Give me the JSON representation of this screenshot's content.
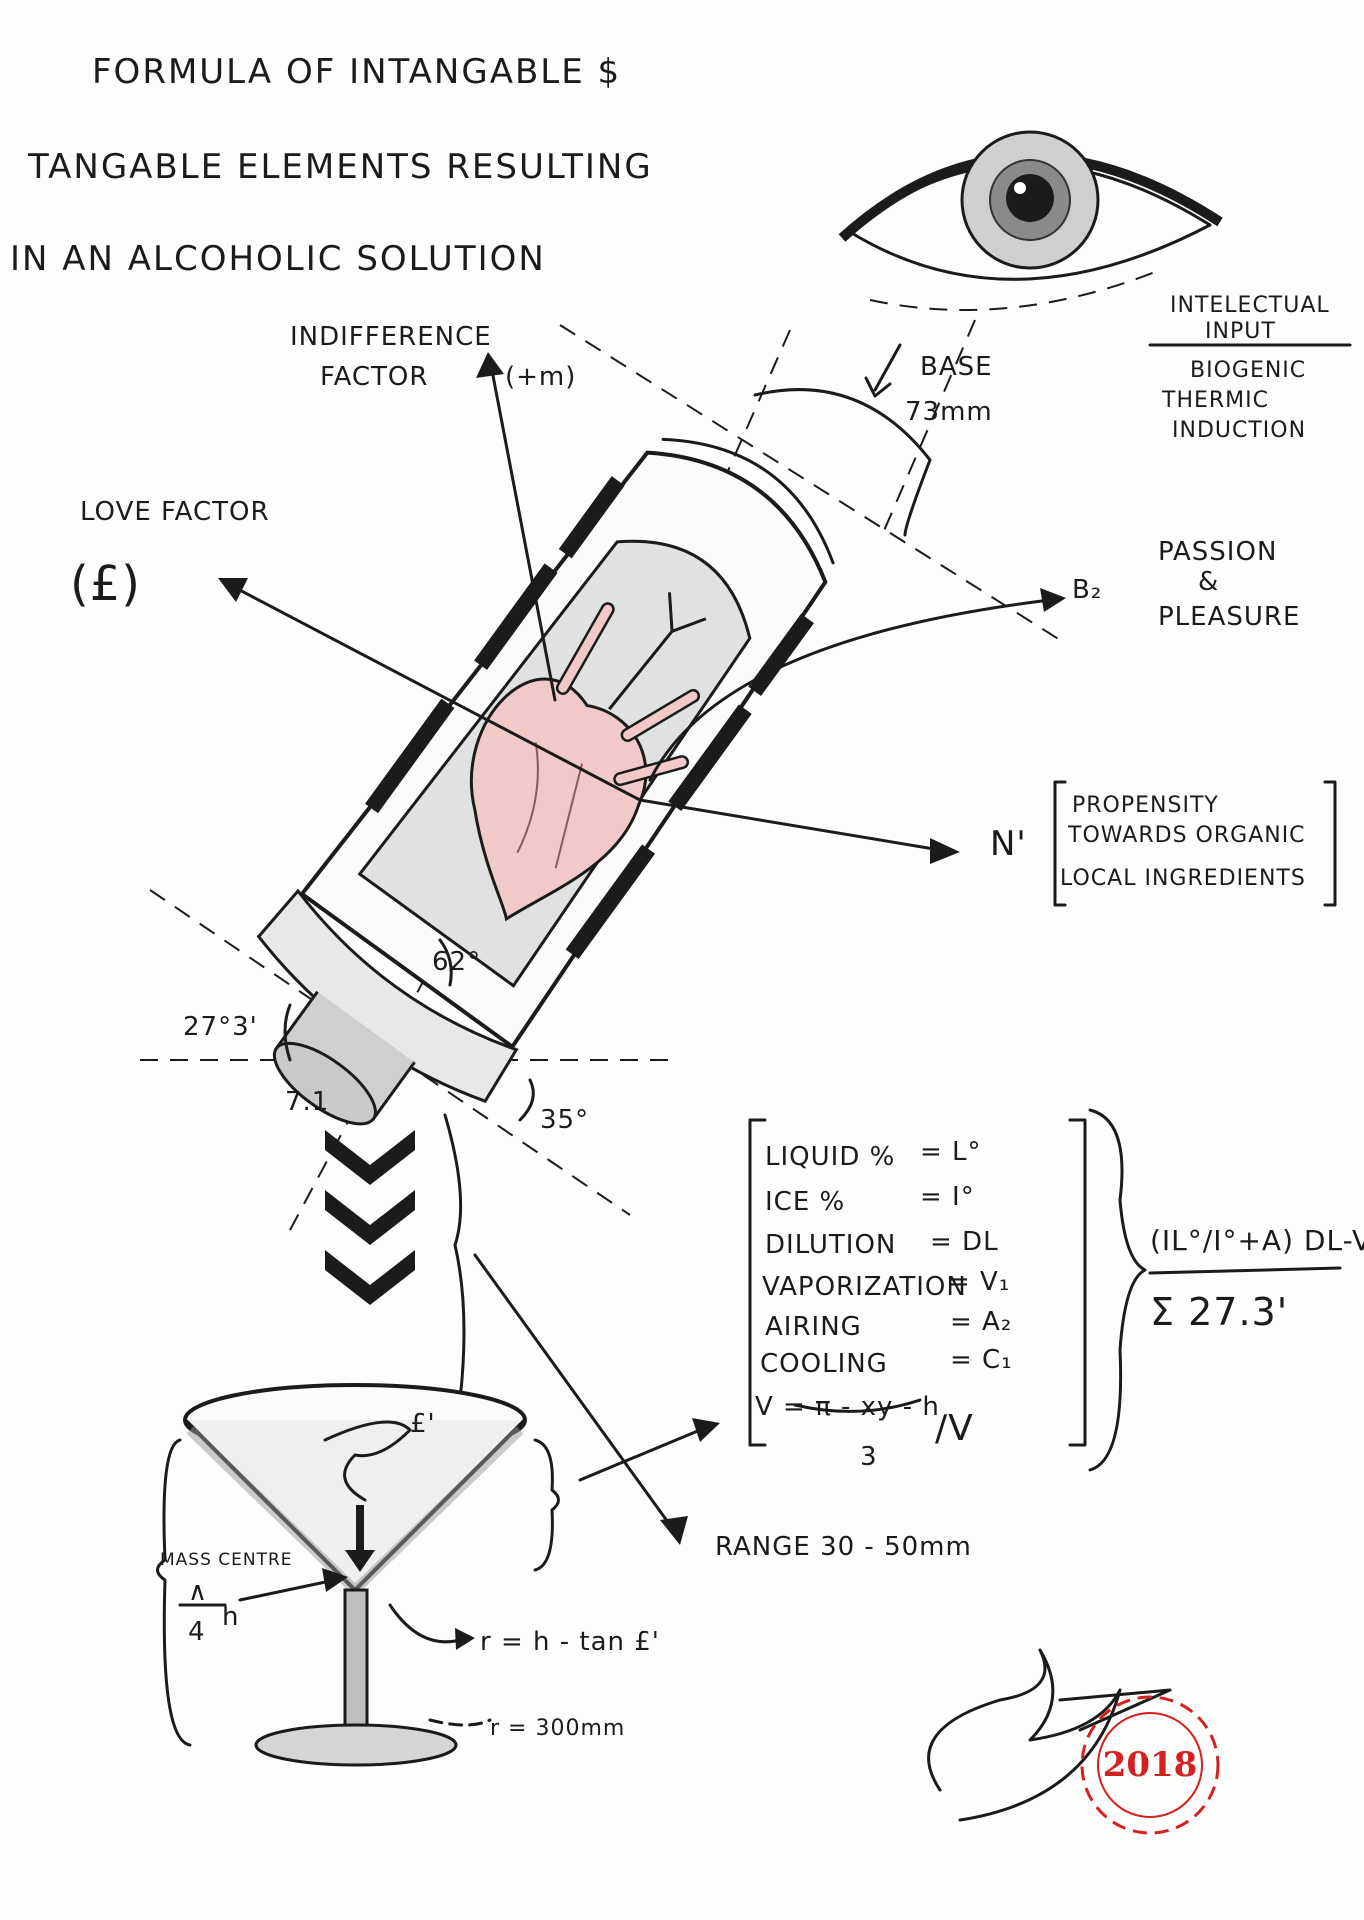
{
  "title": {
    "line1": "FORMULA OF INTANGABLE $",
    "line2": "TANGABLE ELEMENTS RESULTING",
    "line3": "IN AN ALCOHOLIC SOLUTION"
  },
  "labels": {
    "indifference_1": "INDIFFERENCE",
    "indifference_2": "FACTOR",
    "tm": "(+m)",
    "base_1": "BASE",
    "base_2": "73mm",
    "intelectual_1": "INTELECTUAL",
    "intelectual_2": "INPUT",
    "biogenic_1": "BIOGENIC",
    "biogenic_2": "THERMIC",
    "biogenic_3": "INDUCTION",
    "love_1": "LOVE FACTOR",
    "love_2": "(£)",
    "passion_1": "PASSION",
    "passion_2": "&",
    "passion_3": "PLEASURE",
    "b2": "B₂",
    "n_prime": "N'",
    "propensity_1": "PROPENSITY",
    "propensity_2": "TOWARDS ORGANIC",
    "propensity_3": "LOCAL INGREDIENTS",
    "angle_62": "62°",
    "angle_27": "27°3'",
    "angle_35": "35°",
    "val_71": "7.1",
    "range": "RANGE 30 - 50mm",
    "mass_centre": "MASS CENTRE",
    "mass_frac_top": "∧",
    "mass_frac_bot": "4",
    "mass_h": "h",
    "r_formula": "r = h - tan £'",
    "r_300": "r = 300mm",
    "glass_l": "£'",
    "year": "2018"
  },
  "formula": {
    "rows": [
      {
        "left": "LIQUID %",
        "right": "= L°"
      },
      {
        "left": "ICE %",
        "right": "= I°"
      },
      {
        "left": "DILUTION",
        "right": "= DL"
      },
      {
        "left": "VAPORIZATION",
        "right": "= V₁"
      },
      {
        "left": "AIRING",
        "right": "= A₂"
      },
      {
        "left": "COOLING",
        "right": "= C₁"
      }
    ],
    "v_numer": "V = π - xy - h",
    "v_denom": "3",
    "v_over": "/V",
    "result_numer": "(IL°/I°+A) DL-VL",
    "result_denom": "Σ 27.3'"
  },
  "colors": {
    "ink": "#1b1b1b",
    "heart": "#f1c9c9",
    "liquid": "#dfe2e1",
    "stamp": "#d42020"
  }
}
